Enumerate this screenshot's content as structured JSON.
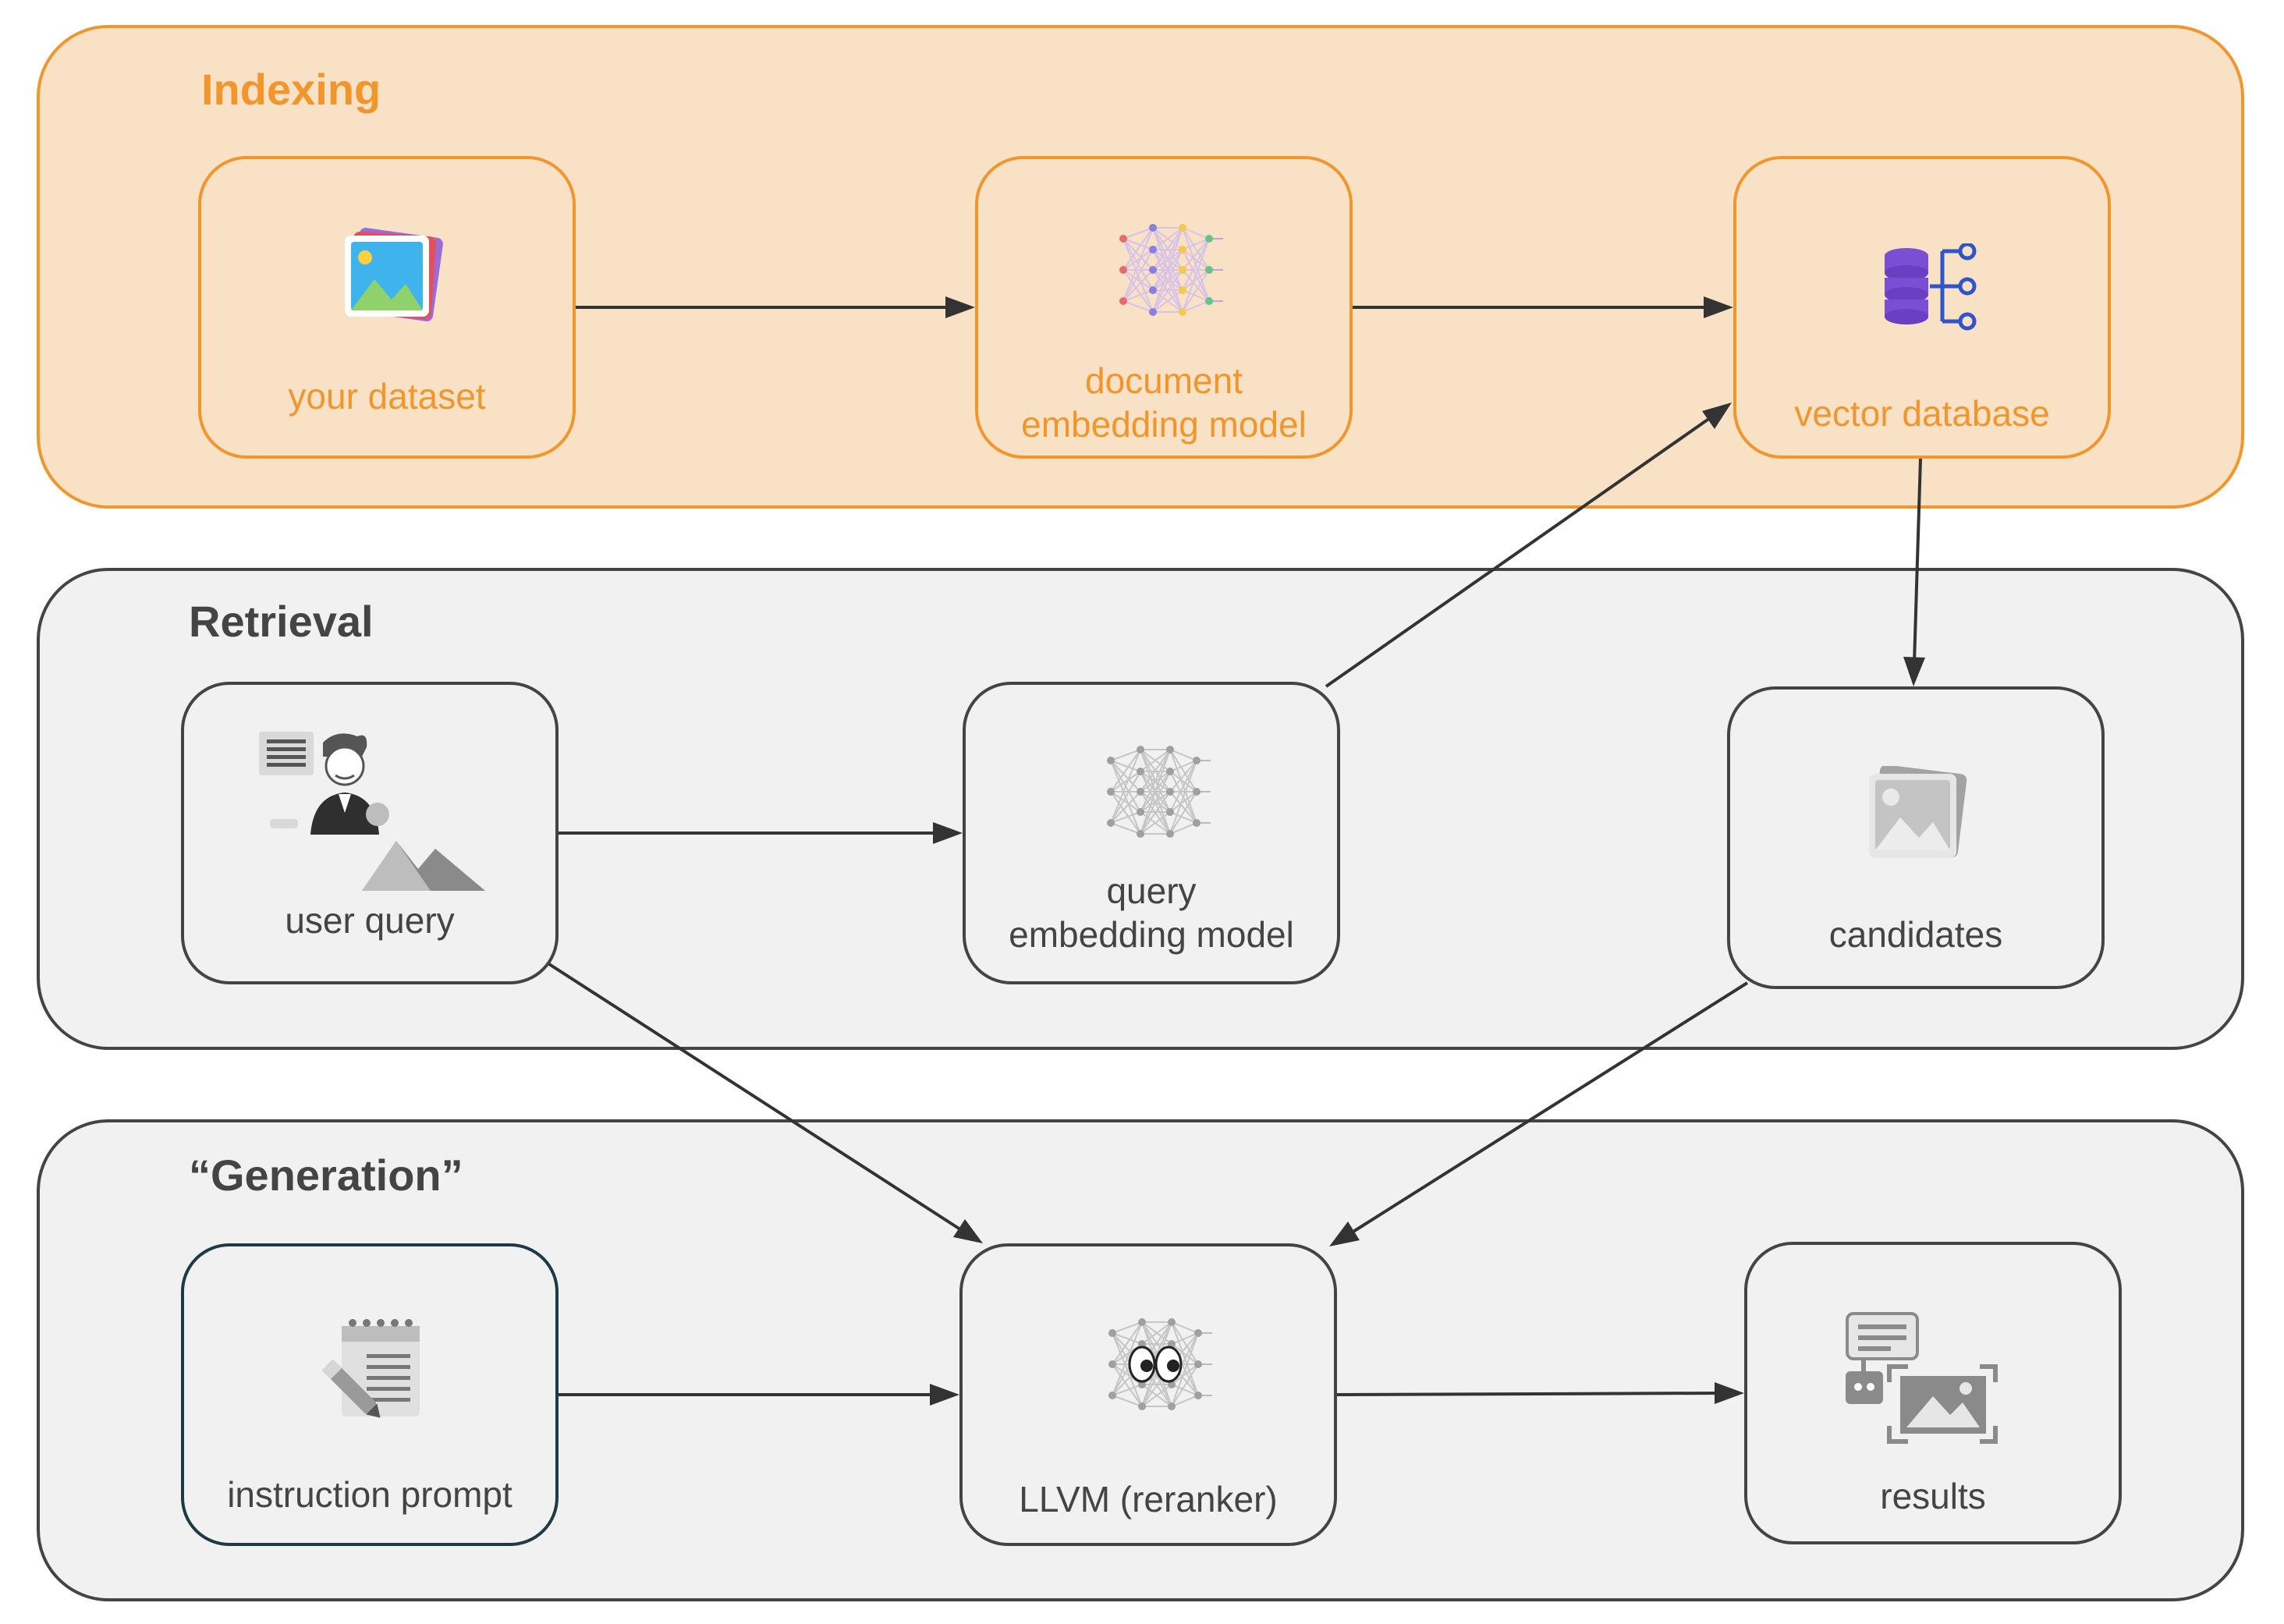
{
  "bands": {
    "indexing": "Indexing",
    "retrieval": "Retrieval",
    "generation": "“Generation”"
  },
  "nodes": {
    "your_dataset": "your dataset",
    "document_embedding_model": {
      "line1": "document",
      "line2": "embedding model"
    },
    "vector_database": "vector database",
    "user_query": "user query",
    "query_embedding_model": {
      "line1": "query",
      "line2": "embedding model"
    },
    "candidates": "candidates",
    "instruction_prompt": "instruction prompt",
    "llvm_reranker": "LLVM (reranker)",
    "results": "results"
  },
  "edges": [
    {
      "from": "your_dataset",
      "to": "document_embedding_model"
    },
    {
      "from": "document_embedding_model",
      "to": "vector_database"
    },
    {
      "from": "user_query",
      "to": "query_embedding_model"
    },
    {
      "from": "query_embedding_model",
      "to": "vector_database"
    },
    {
      "from": "vector_database",
      "to": "candidates"
    },
    {
      "from": "user_query",
      "to": "llvm_reranker"
    },
    {
      "from": "candidates",
      "to": "llvm_reranker"
    },
    {
      "from": "instruction_prompt",
      "to": "llvm_reranker"
    },
    {
      "from": "llvm_reranker",
      "to": "results"
    }
  ],
  "colors": {
    "accent": "#f0962c",
    "accent_fill": "#f9e1c6",
    "neutral": "#444444",
    "neutral_fill": "#f1f1f1",
    "database": "#7b4fd4",
    "connector": "#2f55c9"
  },
  "icons": {
    "your_dataset": "image-stack-icon",
    "document_embedding_model": "neural-network-icon",
    "vector_database": "vector-database-icon",
    "user_query": "user-with-image-icon",
    "query_embedding_model": "neural-network-icon",
    "candidates": "image-stack-icon",
    "instruction_prompt": "notepad-pencil-icon",
    "llvm_reranker": "neural-network-eyes-icon",
    "results": "chatbot-image-icon"
  }
}
